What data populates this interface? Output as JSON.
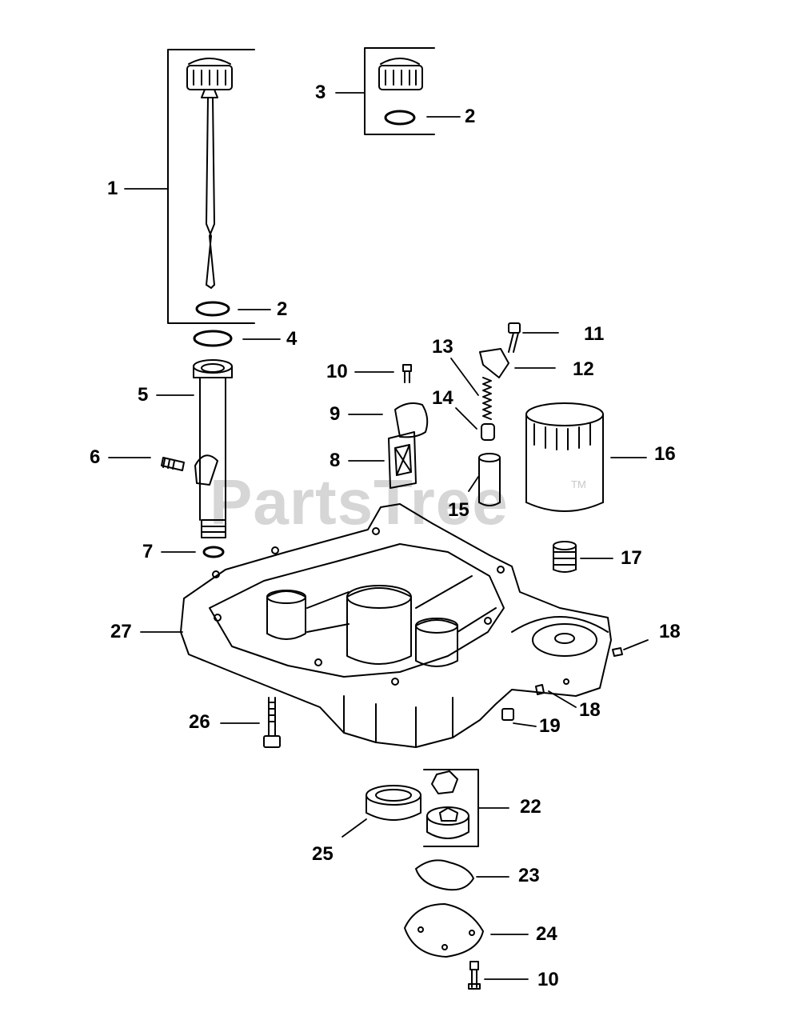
{
  "watermark": {
    "text": "PartsTree",
    "tm": "TM"
  },
  "labels": {
    "p1": "1",
    "p2a": "2",
    "p2b": "2",
    "p3": "3",
    "p4": "4",
    "p5": "5",
    "p6": "6",
    "p7": "7",
    "p8": "8",
    "p9": "9",
    "p10a": "10",
    "p10b": "10",
    "p11": "11",
    "p12": "12",
    "p13": "13",
    "p14": "14",
    "p15": "15",
    "p16": "16",
    "p17": "17",
    "p18a": "18",
    "p18b": "18",
    "p19": "19",
    "p22": "22",
    "p23": "23",
    "p24": "24",
    "p25": "25",
    "p26": "26",
    "p27": "27"
  }
}
